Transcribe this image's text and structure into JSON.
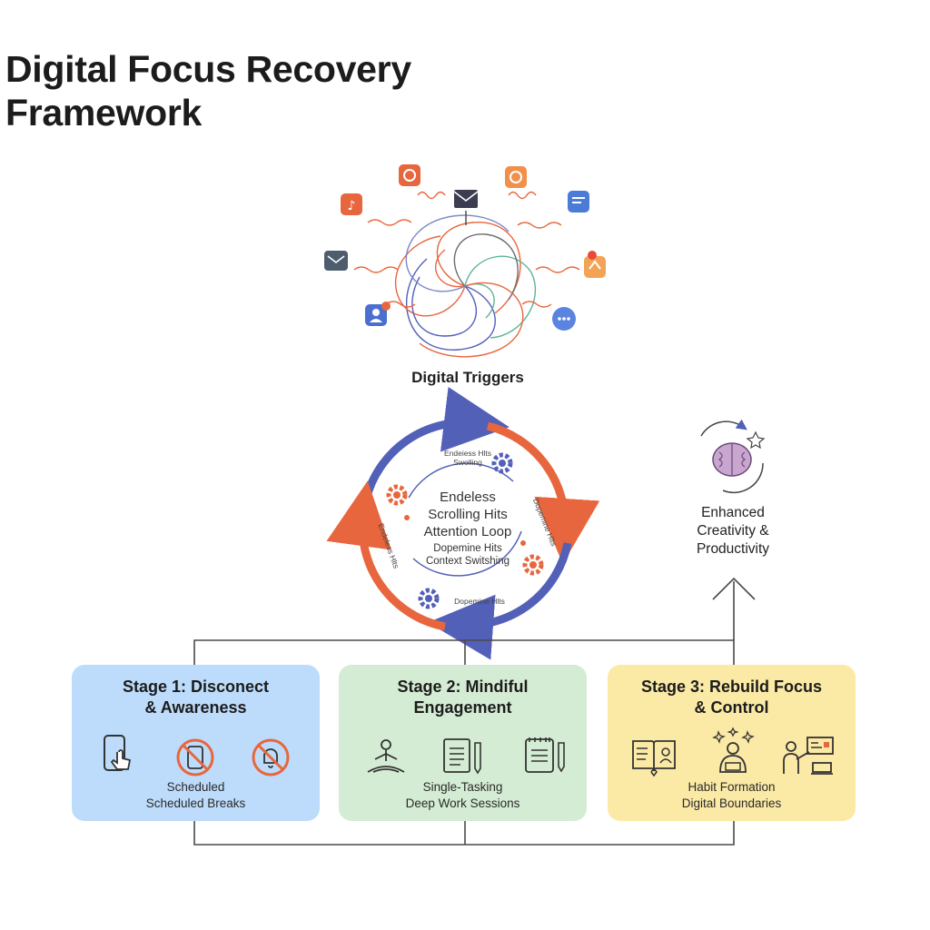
{
  "title": {
    "line1": "Digital Focus Recovery",
    "line2": "Framework"
  },
  "triggers": {
    "label": "Digital Triggers",
    "icons": [
      "music-app-icon",
      "instagram-app-icon",
      "mail-icon",
      "camera-app-icon",
      "chat-app-icon",
      "message-icon",
      "notification-app-icon",
      "profile-notification-icon",
      "chat-bubble-icon"
    ]
  },
  "attention_loop": {
    "line1": "Endeless",
    "line2": "Scrolling Hits",
    "line3": "Attention Loop",
    "sub1": "Dopemine Hits",
    "sub2": "Context Switshing",
    "small_top1": "Endeiess Hlts",
    "small_top2": "Swolling",
    "small_right": "Dopemine Hlts",
    "small_left": "Endeless Hlts",
    "small_bottom": "Dopemine Hlts"
  },
  "outcome": {
    "line1": "Enhanced",
    "line2": "Creativity &",
    "line3": "Productivity",
    "icon": "brain-icon"
  },
  "stages": [
    {
      "title_line1": "Stage 1: Disconect",
      "title_line2": "& Awareness",
      "item1": "Scheduled",
      "item2": "Scheduled Breaks",
      "icons": [
        "phone-tap-icon",
        "no-phone-icon",
        "no-notifications-icon"
      ],
      "color": "#bddcfb"
    },
    {
      "title_line1": "Stage 2: Mindiful",
      "title_line2": "Engagement",
      "item1": "Single-Tasking",
      "item2": "Deep Work Sessions",
      "icons": [
        "meditation-icon",
        "notepad-icon",
        "journal-icon"
      ],
      "color": "#d4ecd3"
    },
    {
      "title_line1": "Stage 3: Rebuild Focus",
      "title_line2": "& Control",
      "item1": "Habit Formation",
      "item2": "Digital Boundaries",
      "icons": [
        "open-book-icon",
        "focused-person-icon",
        "presentation-icon"
      ],
      "color": "#fbe9a6"
    }
  ],
  "colors": {
    "orange": "#e8663d",
    "blue": "#5360b8",
    "line": "#4a4a4a"
  }
}
